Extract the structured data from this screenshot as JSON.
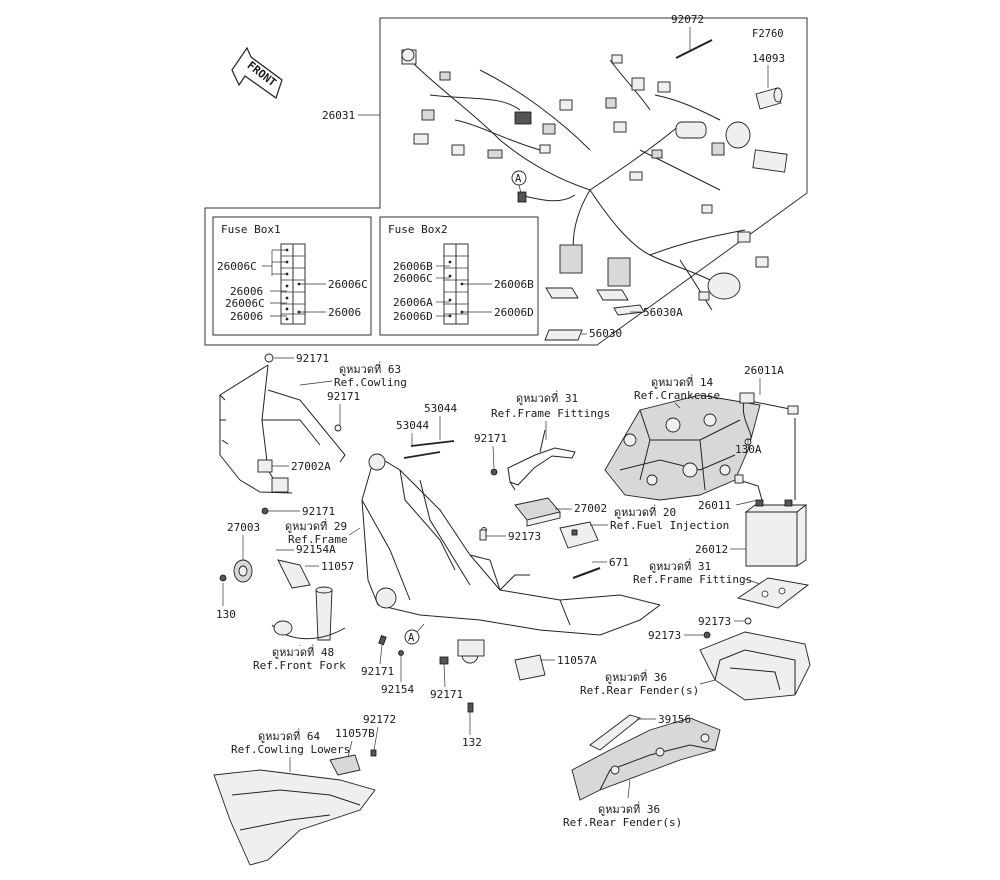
{
  "figure_id": "F2760",
  "front_label": "FRONT",
  "callout_a": "A",
  "fusebox1": {
    "title": "Fuse Box1",
    "left": [
      "26006C",
      "26006",
      "26006C",
      "26006"
    ],
    "right": [
      "26006C",
      "26006"
    ]
  },
  "fusebox2": {
    "title": "Fuse Box2",
    "left": [
      "26006B",
      "26006C",
      "26006A",
      "26006D"
    ],
    "right": [
      "26006B",
      "26006D"
    ]
  },
  "parts": {
    "p92072": "92072",
    "p14093": "14093",
    "p26031": "26031",
    "p56030": "56030",
    "p56030a": "56030A",
    "p92171a": "92171",
    "p92171b": "92171",
    "p27002a": "27002A",
    "p92171c": "92171",
    "p27003": "27003",
    "p92154a": "92154A",
    "p11057": "11057",
    "p130": "130",
    "p53044a": "53044",
    "p53044b": "53044",
    "p92171d": "92171",
    "p27002": "27002",
    "p92173a": "92173",
    "p671": "671",
    "p26011a": "26011A",
    "p130a": "130A",
    "p26011": "26011",
    "p26012": "26012",
    "p92173b": "92173",
    "p92173c": "92173",
    "p92171e": "92171",
    "p92154": "92154",
    "p92171f": "92171",
    "p11057a": "11057A",
    "p132": "132",
    "p39156": "39156",
    "p92172": "92172",
    "p11057b": "11057B"
  },
  "refs": {
    "cowling": {
      "th": "ดูหมวดที่ 63",
      "en": "Ref.Cowling"
    },
    "frame_fittings_a": {
      "th": "ดูหมวดที่ 31",
      "en": "Ref.Frame Fittings"
    },
    "crankcase": {
      "th": "ดูหมวดที่ 14",
      "en": "Ref.Crankcase"
    },
    "frame": {
      "th": "ดูหมวดที่ 29",
      "en": "Ref.Frame"
    },
    "fuel_injection": {
      "th": "ดูหมวดที่ 20",
      "en": "Ref.Fuel Injection"
    },
    "frame_fittings_b": {
      "th": "ดูหมวดที่ 31",
      "en": "Ref.Frame Fittings"
    },
    "front_fork": {
      "th": "ดูหมวดที่ 48",
      "en": "Ref.Front Fork"
    },
    "rear_fender_a": {
      "th": "ดูหมวดที่ 36",
      "en": "Ref.Rear Fender(s)"
    },
    "cowling_lowers": {
      "th": "ดูหมวดที่ 64",
      "en": "Ref.Cowling Lowers"
    },
    "rear_fender_b": {
      "th": "ดูหมวดที่ 36",
      "en": "Ref.Rear Fender(s)"
    }
  }
}
